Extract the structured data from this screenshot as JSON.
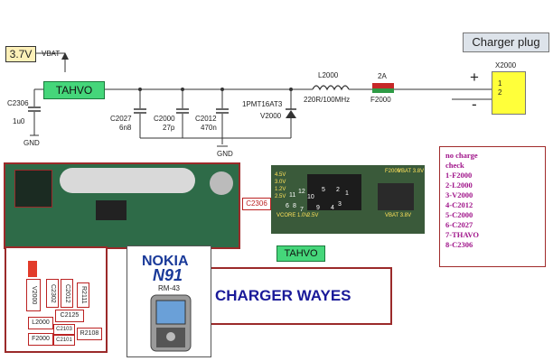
{
  "schematic": {
    "voltage_label": "3.7V",
    "vbat_label": "VBAT",
    "tahvo_label": "TAHVO",
    "c2306_label": "C2306",
    "c2306_value": "1u0",
    "gnd_label": "GND",
    "c2027_label": "C2027",
    "c2027_value": "6n8",
    "c2000_label": "C2000",
    "c2000_value": "27p",
    "c2012_label": "C2012",
    "c2012_value": "470n",
    "gnd2_label": "GND",
    "diode_label": "1PMT16AT3",
    "v2000_label": "V2000",
    "l2000_label": "L2000",
    "l2000_value": "220R/100MHz",
    "fuse_rating": "2A",
    "f2000_label": "F2000",
    "plus_sign": "+",
    "minus_sign": "-",
    "charger_plug_label": "Charger plug",
    "x2000_label": "X2000",
    "pin1": "1",
    "pin2": "2"
  },
  "board_tags": {
    "c2306_tag": "C2306",
    "tahvo_tag": "TAHVO",
    "pcb_marks": [
      "F2000",
      "VBAT 3.8V",
      "4.5V",
      "3.0V",
      "1.2V",
      "2.5V",
      "VCORE 1.0V",
      "2.5V",
      "VBAT 3.8V",
      "11",
      "12",
      "10",
      "9",
      "8",
      "7",
      "6",
      "5",
      "4",
      "1",
      "2",
      "3"
    ]
  },
  "detail_tags": [
    "V2000",
    "C2302",
    "C2012",
    "C2125",
    "R2111",
    "L2000",
    "C2103",
    "F2000",
    "C2101",
    "R2108"
  ],
  "checklist": {
    "lines": [
      "no charge",
      "check",
      "1-F2000",
      "2-L2000",
      "3-V2000",
      "4-C2012",
      "5-C2000",
      "6-C2027",
      "7-THAVO",
      "8-C2306"
    ]
  },
  "phone": {
    "brand": "NOKIA",
    "model": "N91",
    "model_code": "RM-43"
  },
  "title": "CHARGER WAYES",
  "colors": {
    "tahvo_green": "#45d67a",
    "connector_yellow": "#ffff3a",
    "voltage_box": "#fdf0b8",
    "checklist_text": "#a0158a",
    "title_blue": "#1a1a99",
    "frame_red": "#9b2a2a"
  }
}
